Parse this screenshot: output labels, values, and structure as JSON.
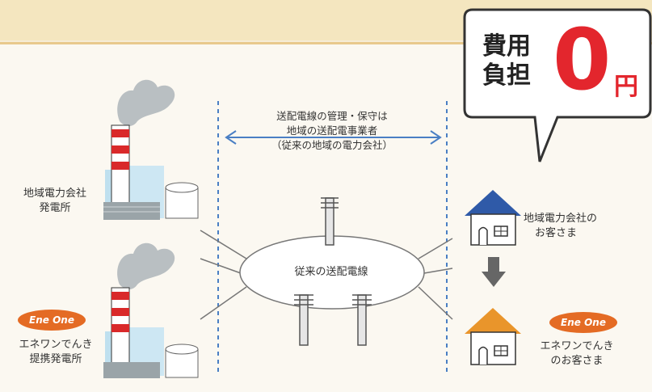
{
  "top_left_station": {
    "lines": [
      "地域電力会社",
      "発電所"
    ]
  },
  "bottom_left_station": {
    "badge": "Ene One",
    "lines": [
      "エネワンでんき",
      "提携発電所"
    ]
  },
  "management_note": {
    "lines": [
      "送配電線の管理・保守は",
      "地域の送配電事業者",
      "（従来の地域の電力会社）"
    ]
  },
  "grid": {
    "label": "従来の送配電線"
  },
  "top_right_customer": {
    "lines": [
      "地域電力会社の",
      "お客さま"
    ]
  },
  "bottom_right_customer": {
    "badge": "Ene One",
    "lines": [
      "エネワンでんき",
      "のお客さま"
    ]
  },
  "bubble": {
    "line1": "費用",
    "line2": "負担",
    "amount": "0",
    "unit": "円"
  },
  "colors": {
    "accent_orange": "#e46b24",
    "arrow_blue": "#4a7fc4",
    "bubble_red": "#e3262d",
    "roof_blue": "#2f5aa8",
    "roof_orange": "#e9952b",
    "smoke": "#b9bfc2",
    "chimney_red": "#d9292a"
  }
}
